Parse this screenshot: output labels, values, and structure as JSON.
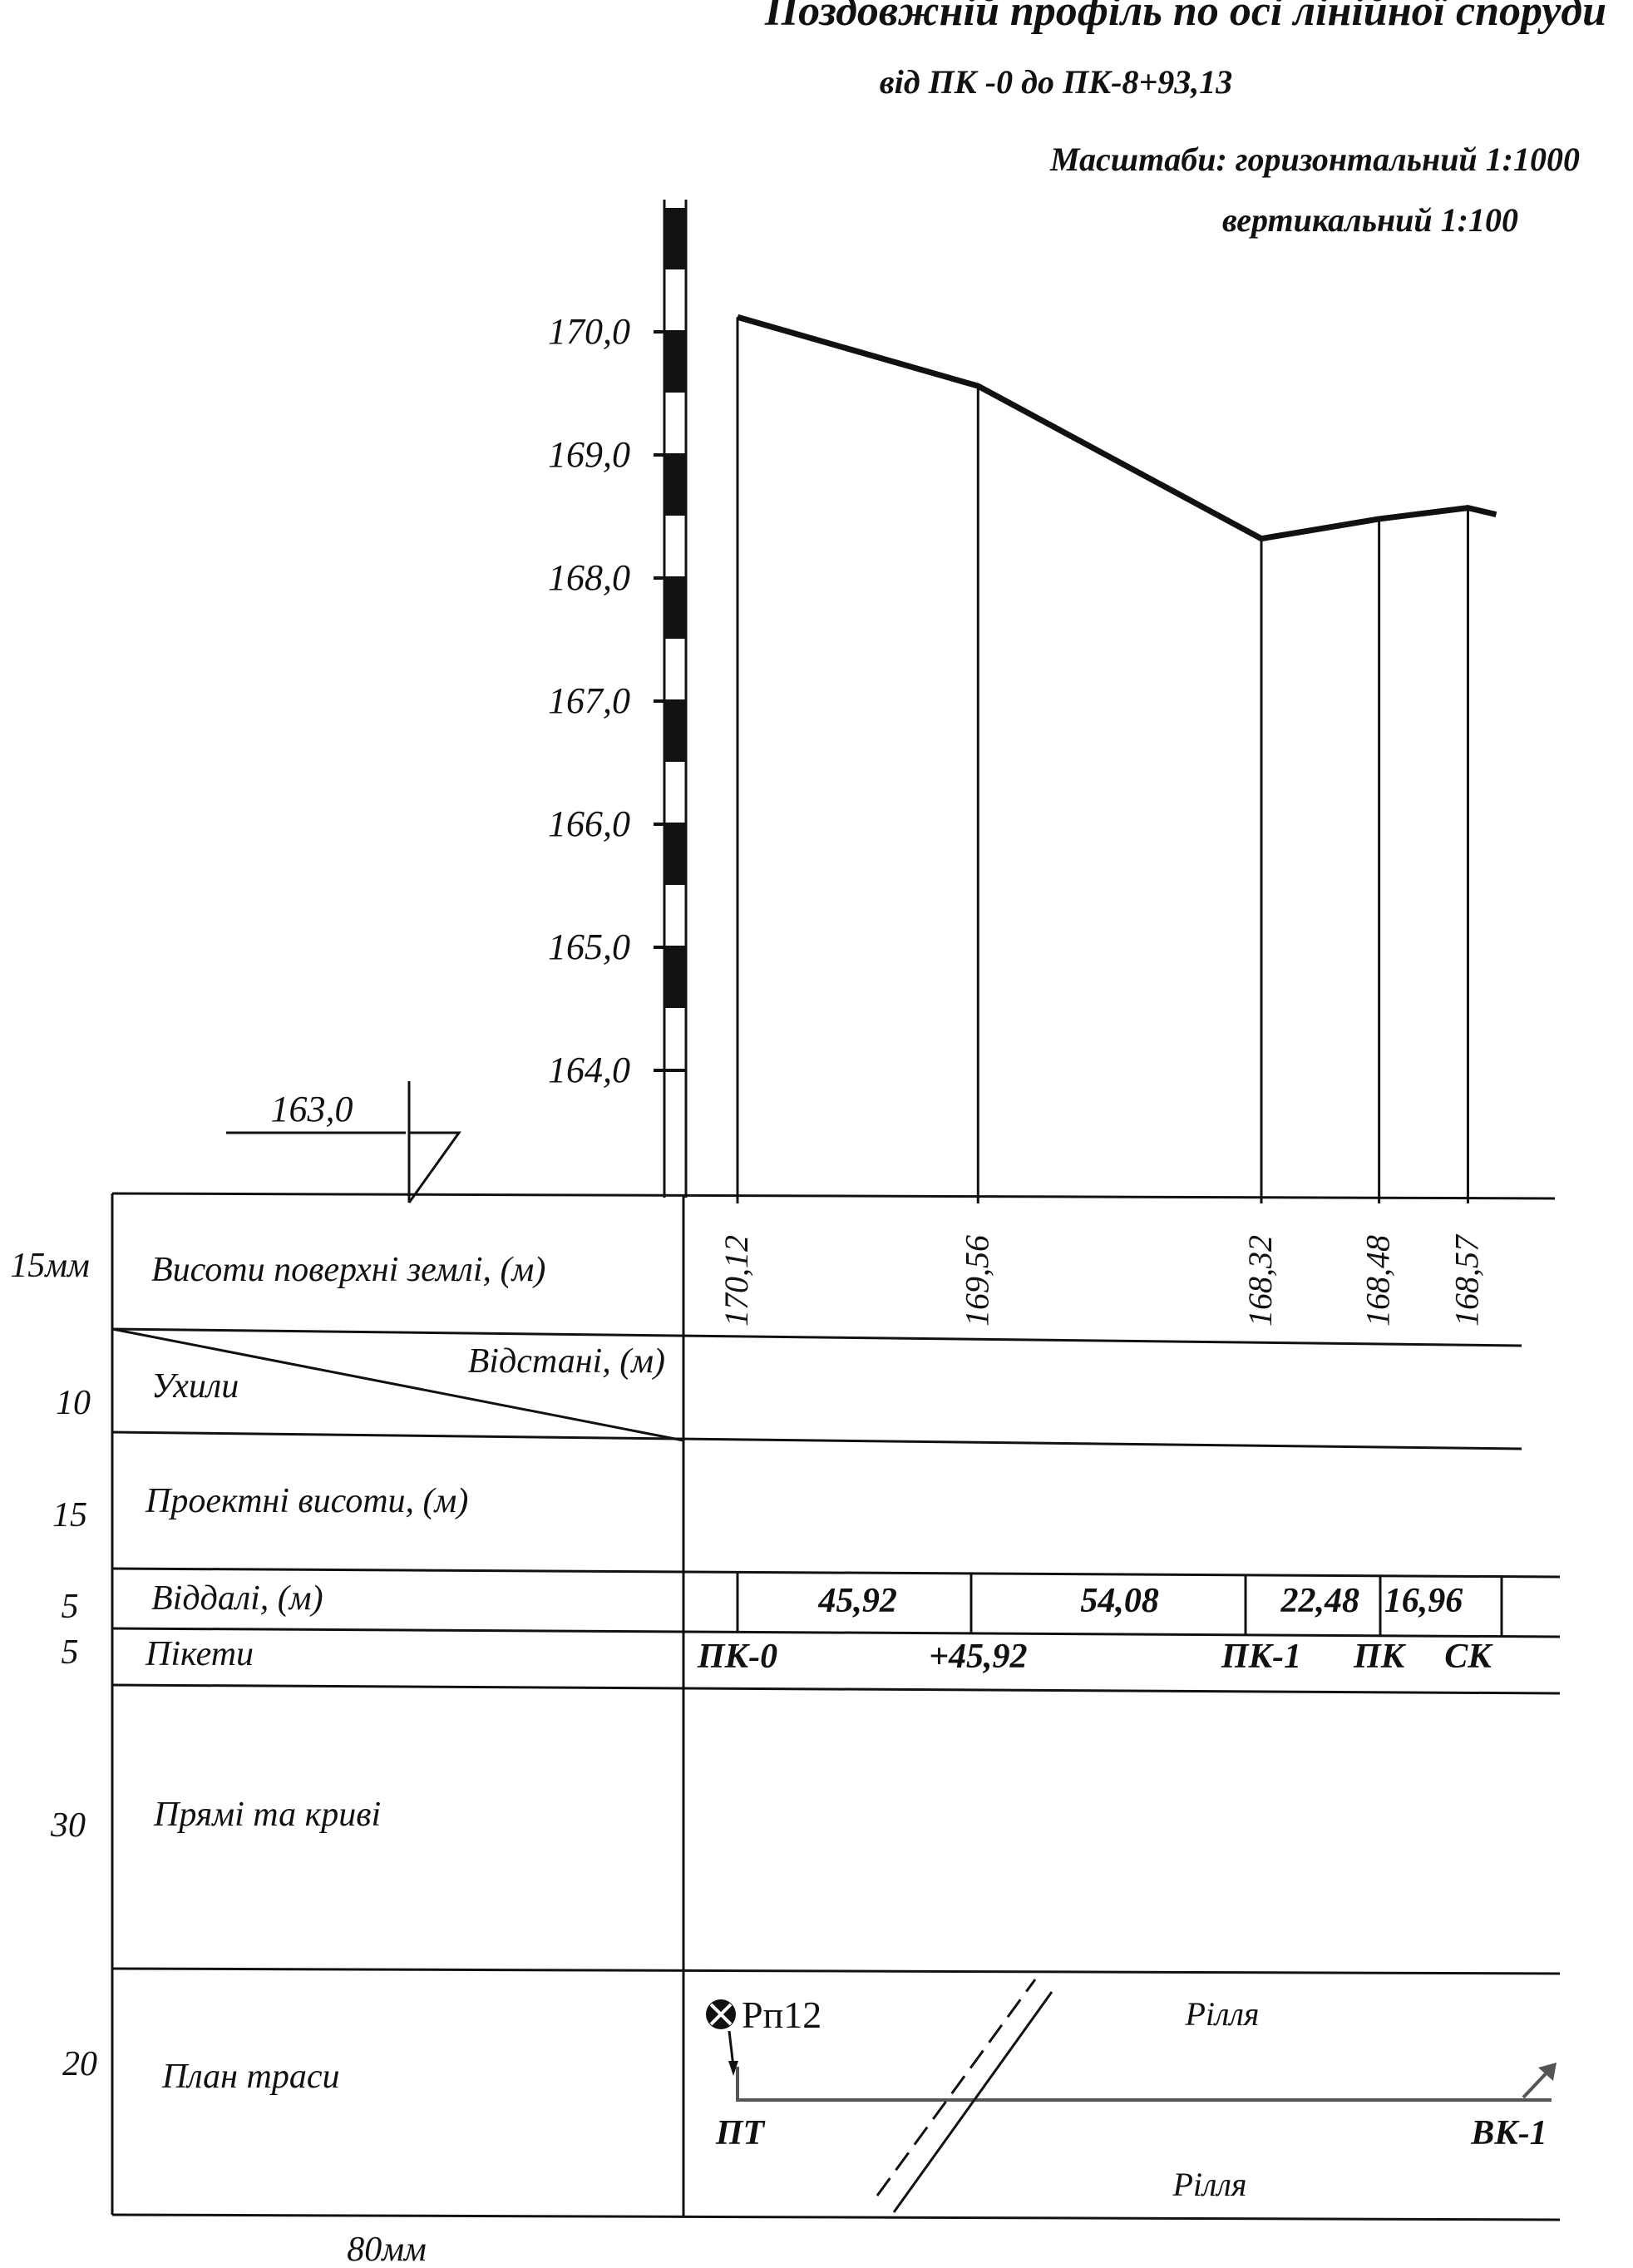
{
  "header": {
    "title": "Поздовжній профіль по осі лінійної споруди",
    "subtitle": "від ПК -0  до  ПК-8+93,13",
    "scale_horizontal": "Масштаби: горизонтальний 1:1000",
    "scale_vertical": "вертикальний 1:100"
  },
  "chart_data": {
    "type": "line",
    "y_ticks": [
      "170,0",
      "169,0",
      "168,0",
      "167,0",
      "166,0",
      "165,0",
      "164,0"
    ],
    "datum_label": "163,0",
    "x": [
      0,
      45.92,
      100.0,
      122.48,
      139.44
    ],
    "y": [
      170.12,
      169.56,
      168.32,
      168.48,
      168.57
    ],
    "ylim": [
      163.0,
      170.0
    ]
  },
  "table": {
    "rows": {
      "ground_heights": {
        "label": "Висоти поверхні землі, (м)",
        "size": "15мм"
      },
      "slopes": {
        "label": "Ухили",
        "distances_label": "Відстані, (м)",
        "size": "10"
      },
      "design_heights": {
        "label": "Проектні висоти, (м)",
        "size": "15"
      },
      "distances": {
        "label": "Віддалі, (м)",
        "size": "5"
      },
      "pickets": {
        "label": "Пікети",
        "size": "5"
      },
      "straights": {
        "label": "Прямі та криві",
        "size": "30"
      },
      "route_plan": {
        "label": "План  траси",
        "size": "20"
      }
    },
    "width_label": "80мм",
    "ground_values": [
      "170,12",
      "169,56",
      "168,32",
      "168,48",
      "168,57"
    ],
    "distance_values": [
      "45,92",
      "54,08",
      "22,48",
      "16,96"
    ],
    "picket_labels": [
      "ПК-0",
      "+45,92",
      "ПК-1",
      "ПК",
      "СК"
    ]
  },
  "plan": {
    "benchmark": "Рп12",
    "field_top": "Рілля",
    "field_bottom": "Рілля",
    "start_label": "ПТ",
    "end_label": "ВК-1"
  }
}
